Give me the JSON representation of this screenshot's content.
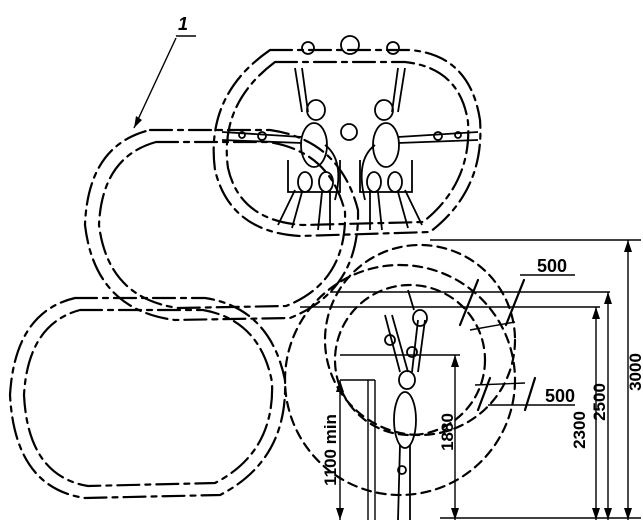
{
  "labels": {
    "item_number": "1",
    "dim_500_top": "500",
    "dim_500_mid": "500",
    "dim_3000": "3000",
    "dim_2500": "2500",
    "dim_2300": "2300",
    "dim_1880": "1880",
    "dim_1100": "1100 min"
  }
}
